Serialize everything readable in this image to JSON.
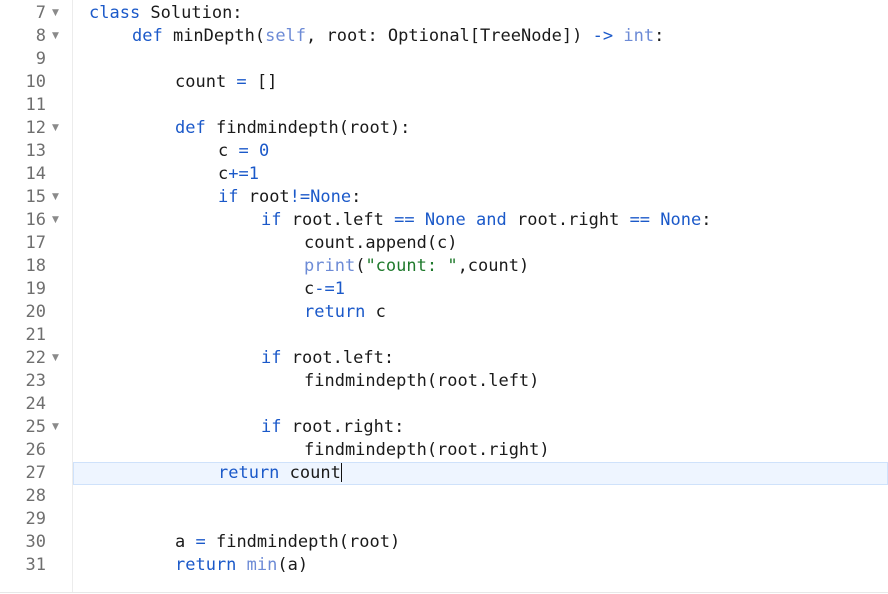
{
  "editor": {
    "active_line": 27,
    "lines": [
      {
        "n": "7",
        "fold": true,
        "indent": 0,
        "tokens": [
          [
            "kw",
            "class "
          ],
          [
            "nm",
            "Solution:"
          ]
        ]
      },
      {
        "n": "8",
        "fold": true,
        "indent": 1,
        "tokens": [
          [
            "kw",
            "def "
          ],
          [
            "nm",
            "minDepth("
          ],
          [
            "bi",
            "self"
          ],
          [
            "nm",
            ", root: Optional[TreeNode]) "
          ],
          [
            "op",
            "->"
          ],
          [
            "nm",
            " "
          ],
          [
            "bi",
            "int"
          ],
          [
            "nm",
            ":"
          ]
        ]
      },
      {
        "n": "9",
        "fold": false,
        "indent": 0,
        "tokens": []
      },
      {
        "n": "10",
        "fold": false,
        "indent": 2,
        "tokens": [
          [
            "nm",
            "count "
          ],
          [
            "op",
            "="
          ],
          [
            "nm",
            " []"
          ]
        ]
      },
      {
        "n": "11",
        "fold": false,
        "indent": 0,
        "tokens": []
      },
      {
        "n": "12",
        "fold": true,
        "indent": 2,
        "tokens": [
          [
            "kw",
            "def "
          ],
          [
            "nm",
            "findmindepth(root):"
          ]
        ]
      },
      {
        "n": "13",
        "fold": false,
        "indent": 3,
        "tokens": [
          [
            "nm",
            "c "
          ],
          [
            "op",
            "="
          ],
          [
            "nm",
            " "
          ],
          [
            "num",
            "0"
          ]
        ]
      },
      {
        "n": "14",
        "fold": false,
        "indent": 3,
        "tokens": [
          [
            "nm",
            "c"
          ],
          [
            "op",
            "+="
          ],
          [
            "num",
            "1"
          ]
        ]
      },
      {
        "n": "15",
        "fold": true,
        "indent": 3,
        "tokens": [
          [
            "kw",
            "if "
          ],
          [
            "nm",
            "root"
          ],
          [
            "op",
            "!="
          ],
          [
            "kw",
            "None"
          ],
          [
            "nm",
            ":"
          ]
        ]
      },
      {
        "n": "16",
        "fold": true,
        "indent": 4,
        "tokens": [
          [
            "kw",
            "if "
          ],
          [
            "nm",
            "root.left "
          ],
          [
            "op",
            "=="
          ],
          [
            "nm",
            " "
          ],
          [
            "kw",
            "None"
          ],
          [
            "nm",
            " "
          ],
          [
            "kw",
            "and"
          ],
          [
            "nm",
            " root.right "
          ],
          [
            "op",
            "=="
          ],
          [
            "nm",
            " "
          ],
          [
            "kw",
            "None"
          ],
          [
            "nm",
            ":"
          ]
        ]
      },
      {
        "n": "17",
        "fold": false,
        "indent": 5,
        "tokens": [
          [
            "nm",
            "count.append(c)"
          ]
        ]
      },
      {
        "n": "18",
        "fold": false,
        "indent": 5,
        "tokens": [
          [
            "bi",
            "print"
          ],
          [
            "nm",
            "("
          ],
          [
            "str",
            "\"count: \""
          ],
          [
            "nm",
            ",count)"
          ]
        ]
      },
      {
        "n": "19",
        "fold": false,
        "indent": 5,
        "tokens": [
          [
            "nm",
            "c"
          ],
          [
            "op",
            "-="
          ],
          [
            "num",
            "1"
          ]
        ]
      },
      {
        "n": "20",
        "fold": false,
        "indent": 5,
        "tokens": [
          [
            "kw",
            "return "
          ],
          [
            "nm",
            "c"
          ]
        ]
      },
      {
        "n": "21",
        "fold": false,
        "indent": 0,
        "tokens": []
      },
      {
        "n": "22",
        "fold": true,
        "indent": 4,
        "tokens": [
          [
            "kw",
            "if "
          ],
          [
            "nm",
            "root.left:"
          ]
        ]
      },
      {
        "n": "23",
        "fold": false,
        "indent": 5,
        "tokens": [
          [
            "nm",
            "findmindepth(root.left)"
          ]
        ]
      },
      {
        "n": "24",
        "fold": false,
        "indent": 0,
        "tokens": []
      },
      {
        "n": "25",
        "fold": true,
        "indent": 4,
        "tokens": [
          [
            "kw",
            "if "
          ],
          [
            "nm",
            "root.right:"
          ]
        ]
      },
      {
        "n": "26",
        "fold": false,
        "indent": 5,
        "tokens": [
          [
            "nm",
            "findmindepth(root.right)"
          ]
        ]
      },
      {
        "n": "27",
        "fold": false,
        "indent": 3,
        "tokens": [
          [
            "kw",
            "return "
          ],
          [
            "nm",
            "count"
          ]
        ],
        "cursor": true
      },
      {
        "n": "28",
        "fold": false,
        "indent": 0,
        "tokens": []
      },
      {
        "n": "29",
        "fold": false,
        "indent": 0,
        "tokens": []
      },
      {
        "n": "30",
        "fold": false,
        "indent": 2,
        "tokens": [
          [
            "nm",
            "a "
          ],
          [
            "op",
            "="
          ],
          [
            "nm",
            " findmindepth(root)"
          ]
        ]
      },
      {
        "n": "31",
        "fold": false,
        "indent": 2,
        "tokens": [
          [
            "kw",
            "return "
          ],
          [
            "bi",
            "min"
          ],
          [
            "nm",
            "(a)"
          ]
        ]
      }
    ]
  },
  "icons": {
    "fold": "chevron-down-icon",
    "fold_glyph": "▼"
  }
}
